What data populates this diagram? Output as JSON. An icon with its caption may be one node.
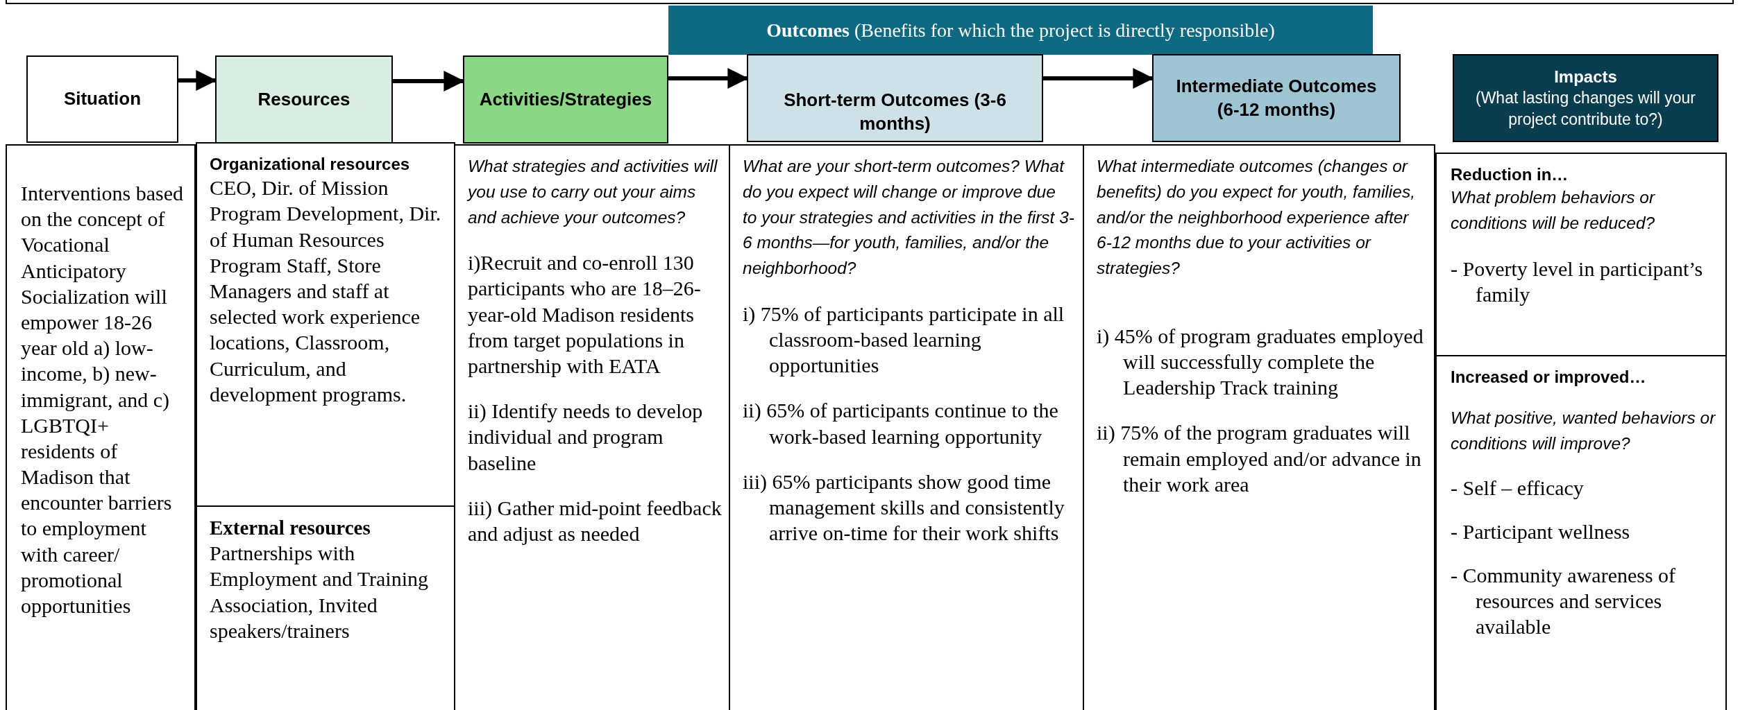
{
  "diagram": {
    "nodes": [
      {
        "text": [
          "Situation"
        ]
      },
      {
        "text": [
          "Resources"
        ]
      },
      {
        "text": [
          "Activities/Strategies"
        ]
      },
      {
        "text": [
          "**Outcomes** (Benefits for which the project is directly responsible)"
        ]
      },
      {
        "text": [
          "Short-term Outcomes (3-6 months)"
        ]
      },
      {
        "text": [
          "Intermediate Outcomes (6-12 months)"
        ]
      },
      {
        "text": [
          "Impacts",
          "(What lasting changes will your project contribute to?)"
        ]
      },
      {
        "text": [
          "Interventions based on the concept of Vocational Anticipatory Socialization will empower 18-26 year old a) low-income, b) new-immigrant, and c) LGBTQI+ residents of Madison that encounter barriers to employment with career/ promotional opportunities"
        ]
      },
      {
        "text": [
          "Organizational resources",
          "CEO, Dir. of Mission Program Development, Dir. of Human Resources Program Staff, Store Managers and staff at selected work experience locations, Classroom, Curriculum, and development programs."
        ]
      },
      {
        "text": [
          "External resources",
          "Partnerships with Employment and Training Association, Invited speakers/trainers"
        ]
      },
      {
        "text": [
          "What strategies and activities will you use to carry out your aims and achieve your outcomes?",
          "i)Recruit and co-enroll 130 participants who are 18–26-year-old Madison residents from target populations in partnership with EATA",
          "ii) Identify needs to develop individual and program baseline",
          "iii) Gather mid-point feedback and adjust as needed"
        ]
      },
      {
        "text": [
          "What are your short-term outcomes? What do you expect will change or improve due to your strategies and activities in the first 3-6 months—for youth, families, and/or the neighborhood?",
          "i) 75% of participants participate in all classroom-based learning opportunities",
          "ii) 65% of participants continue to the work-based learning opportunity",
          "iii) 65% participants show good time management skills and consistently arrive on-time for their work shifts"
        ]
      },
      {
        "text": [
          "What intermediate outcomes (changes or benefits) do you expect for youth, families, and/or the neighborhood experience after 6-12 months due to your activities or strategies?",
          "i) 45% of program graduates employed will successfully complete the Leadership Track training",
          "ii) 75% of the program graduates will remain employed and/or advance in their work area"
        ]
      },
      {
        "text": [
          "Reduction in…",
          "What problem behaviors or conditions will be reduced?",
          "- Poverty level in participant’s family"
        ]
      },
      {
        "text": [
          "Increased or improved…",
          "What positive, wanted behaviors or conditions will improve?",
          "- Self – efficacy",
          "- Participant wellness",
          "- Community awareness of resources and services available"
        ]
      }
    ],
    "edges": [
      {
        "from": 0,
        "to": 1,
        "arrow": "to"
      },
      {
        "from": 1,
        "to": 2,
        "arrow": "to"
      },
      {
        "from": 2,
        "to": 4,
        "arrow": "to"
      },
      {
        "from": 4,
        "to": 5,
        "arrow": "to"
      }
    ]
  }
}
